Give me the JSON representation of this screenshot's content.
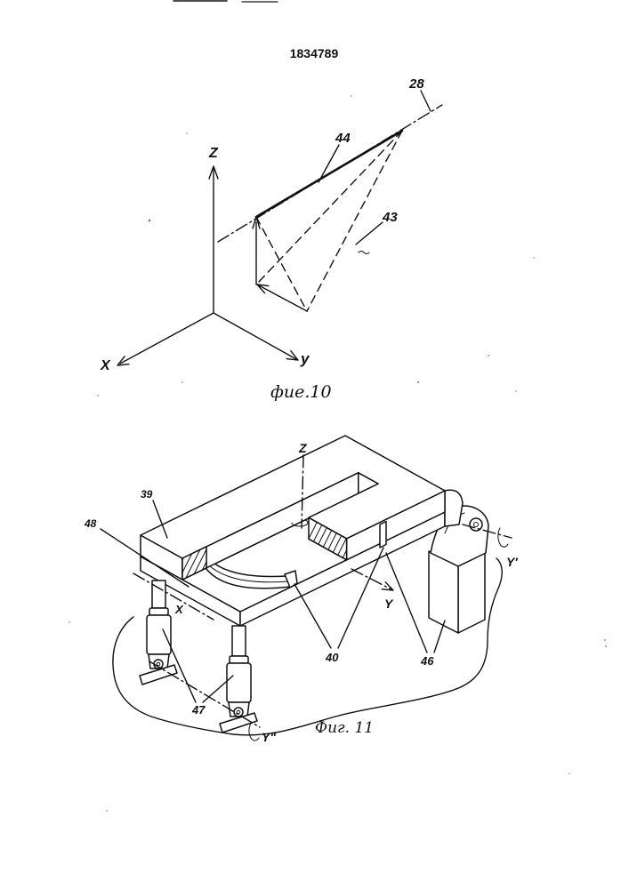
{
  "page": {
    "number": "1834789"
  },
  "fig10": {
    "caption": "фие.10",
    "label_28": "28",
    "label_44": "44",
    "label_43": "43",
    "axis_z": "Z",
    "axis_x": "X",
    "axis_y": "y"
  },
  "fig11": {
    "caption": "Фиг. 11",
    "label_39": "39",
    "label_48": "48",
    "label_40": "40",
    "label_47": "47",
    "label_46": "46",
    "axis_z": "Z",
    "axis_x": "X",
    "axis_y": "Y",
    "axis_y_prime": "Y'",
    "axis_y_double_prime": "Y\""
  }
}
